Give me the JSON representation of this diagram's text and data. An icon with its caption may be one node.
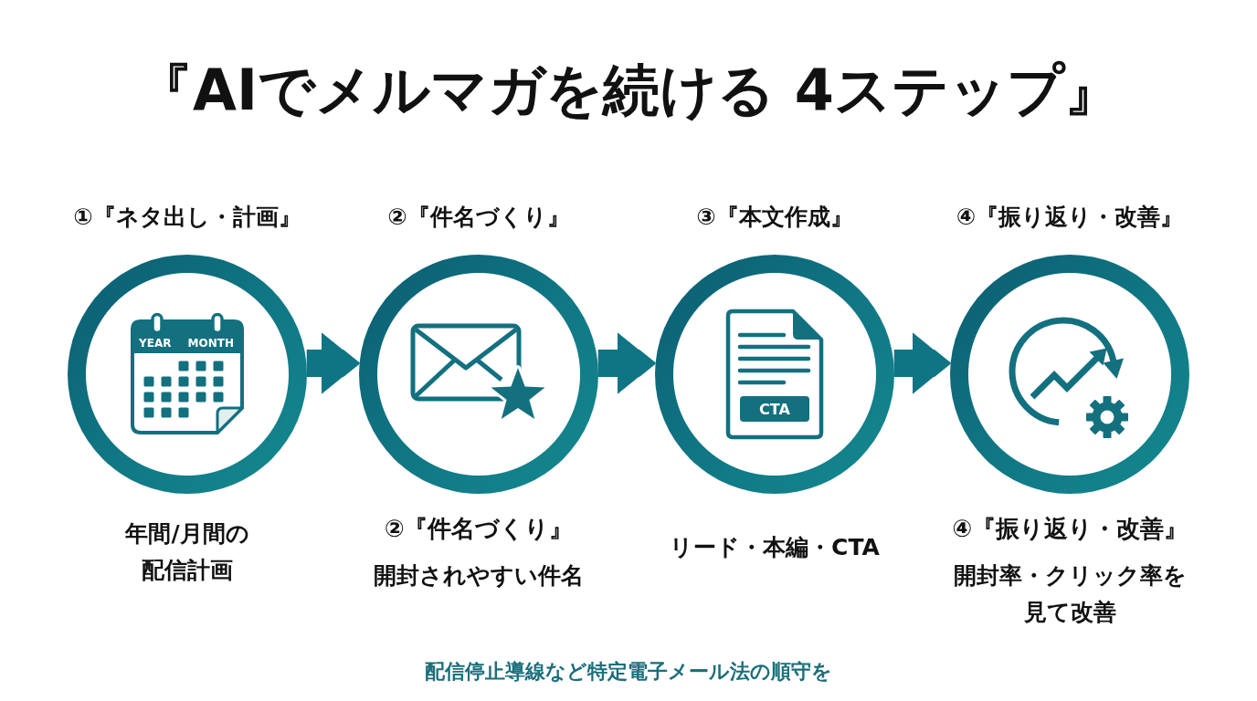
{
  "diagram": {
    "title": "『AIでメルマガを続ける 4ステップ』",
    "nodes": [
      {
        "text": [
          "①『ネタ出し・計画』",
          "YEAR",
          "MONTH"
        ],
        "beside": [
          "年間/月間の配信計画"
        ]
      },
      {
        "text": [
          "②『件名づくり』"
        ],
        "beside": [
          "②『件名づくり』",
          "開封されやすい件名"
        ]
      },
      {
        "text": [
          "③『本文作成』",
          "CTA"
        ],
        "beside": [
          "リード・本編・CTA"
        ]
      },
      {
        "text": [
          "④『振り返り・改善』"
        ],
        "beside": [
          "④『振り返り・改善』",
          "開封率・クリック率を見て改善"
        ]
      }
    ],
    "edges": [
      {
        "from": 0,
        "to": 1,
        "arrow": "to"
      },
      {
        "from": 1,
        "to": 2,
        "arrow": "to"
      },
      {
        "from": 2,
        "to": 3,
        "arrow": "to"
      }
    ],
    "caption": "配信停止導線など特定電子メール法の順守を"
  }
}
